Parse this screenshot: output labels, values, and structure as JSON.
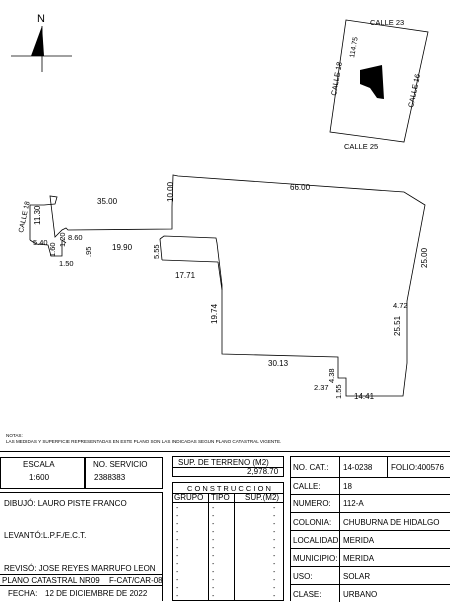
{
  "north": {
    "label": "N"
  },
  "location": {
    "streets": {
      "north": "CALLE 23",
      "east": "CALLE 16",
      "south": "CALLE 25",
      "west": "CALLE 18"
    },
    "dimension": "114.75"
  },
  "plan": {
    "dims": {
      "d66": "66.00",
      "d35": "35.00",
      "d10": "10.00",
      "d1130": "11.30",
      "d540": "5.40",
      "d160": "1.60",
      "d150": "1.50",
      "d120": "1.20",
      "d860": "8.60",
      "d95": ".95",
      "d1990": "19.90",
      "d555": "5.55",
      "d1771": "17.71",
      "d1974": "19.74",
      "d3013": "30.13",
      "d438": "4.38",
      "d237": "2.37",
      "d155": "1.55",
      "d1441": "14.41",
      "d2551": "25.51",
      "d472": "4.72",
      "d2500": "25.00"
    },
    "street_label": "CALLE 18"
  },
  "notes": {
    "title": "NOTAS:",
    "text": "LAS MEDIDAS Y SUPERFICIE REPRESENTADAS EN ESTE PLANO SON LAS INDICADAS SEGUN PLANO CATASTRAL VIGENTE."
  },
  "title_block": {
    "escala_label": "ESCALA",
    "escala_value": "1:600",
    "servicio_label": "NO. SERVICIO",
    "servicio_value": "2388383",
    "terreno_label": "SUP. DE TERRENO (M2)",
    "terreno_value": "2,978.70",
    "construccion_label": "C O N S T R U C C I O N",
    "cols": [
      "GRUPO",
      "TIPO",
      "SUP.(M2)"
    ],
    "dash": "-",
    "dibujo": "DIBUJÓ: LAURO PISTE FRANCO",
    "levanto": "LEVANTÓ:L.P.F./E.C.T.",
    "reviso": "REVISÓ: JOSE REYES MARRUFO LEON",
    "plano": "PLANO CATASTRAL NR09",
    "plano_code": "F-CAT/CAR-08",
    "fecha_label": "FECHA:",
    "fecha_value": "12 DE DICIEMBRE DE 2022",
    "nocat_label": "NO. CAT.:",
    "nocat_value": "14-0238",
    "folio": "FOLIO:400576",
    "calle_label": "CALLE:",
    "calle_value": "18",
    "numero_label": "NUMERO:",
    "numero_value": "112-A",
    "colonia_label": "COLONIA:",
    "colonia_value": "CHUBURNA DE HIDALGO",
    "localidad_label": "LOCALIDAD:",
    "localidad_value": "MERIDA",
    "municipio_label": "MUNICIPIO:",
    "municipio_value": "MERIDA",
    "uso_label": "USO:",
    "uso_value": "SOLAR",
    "clase_label": "CLASE:",
    "clase_value": "URBANO"
  }
}
